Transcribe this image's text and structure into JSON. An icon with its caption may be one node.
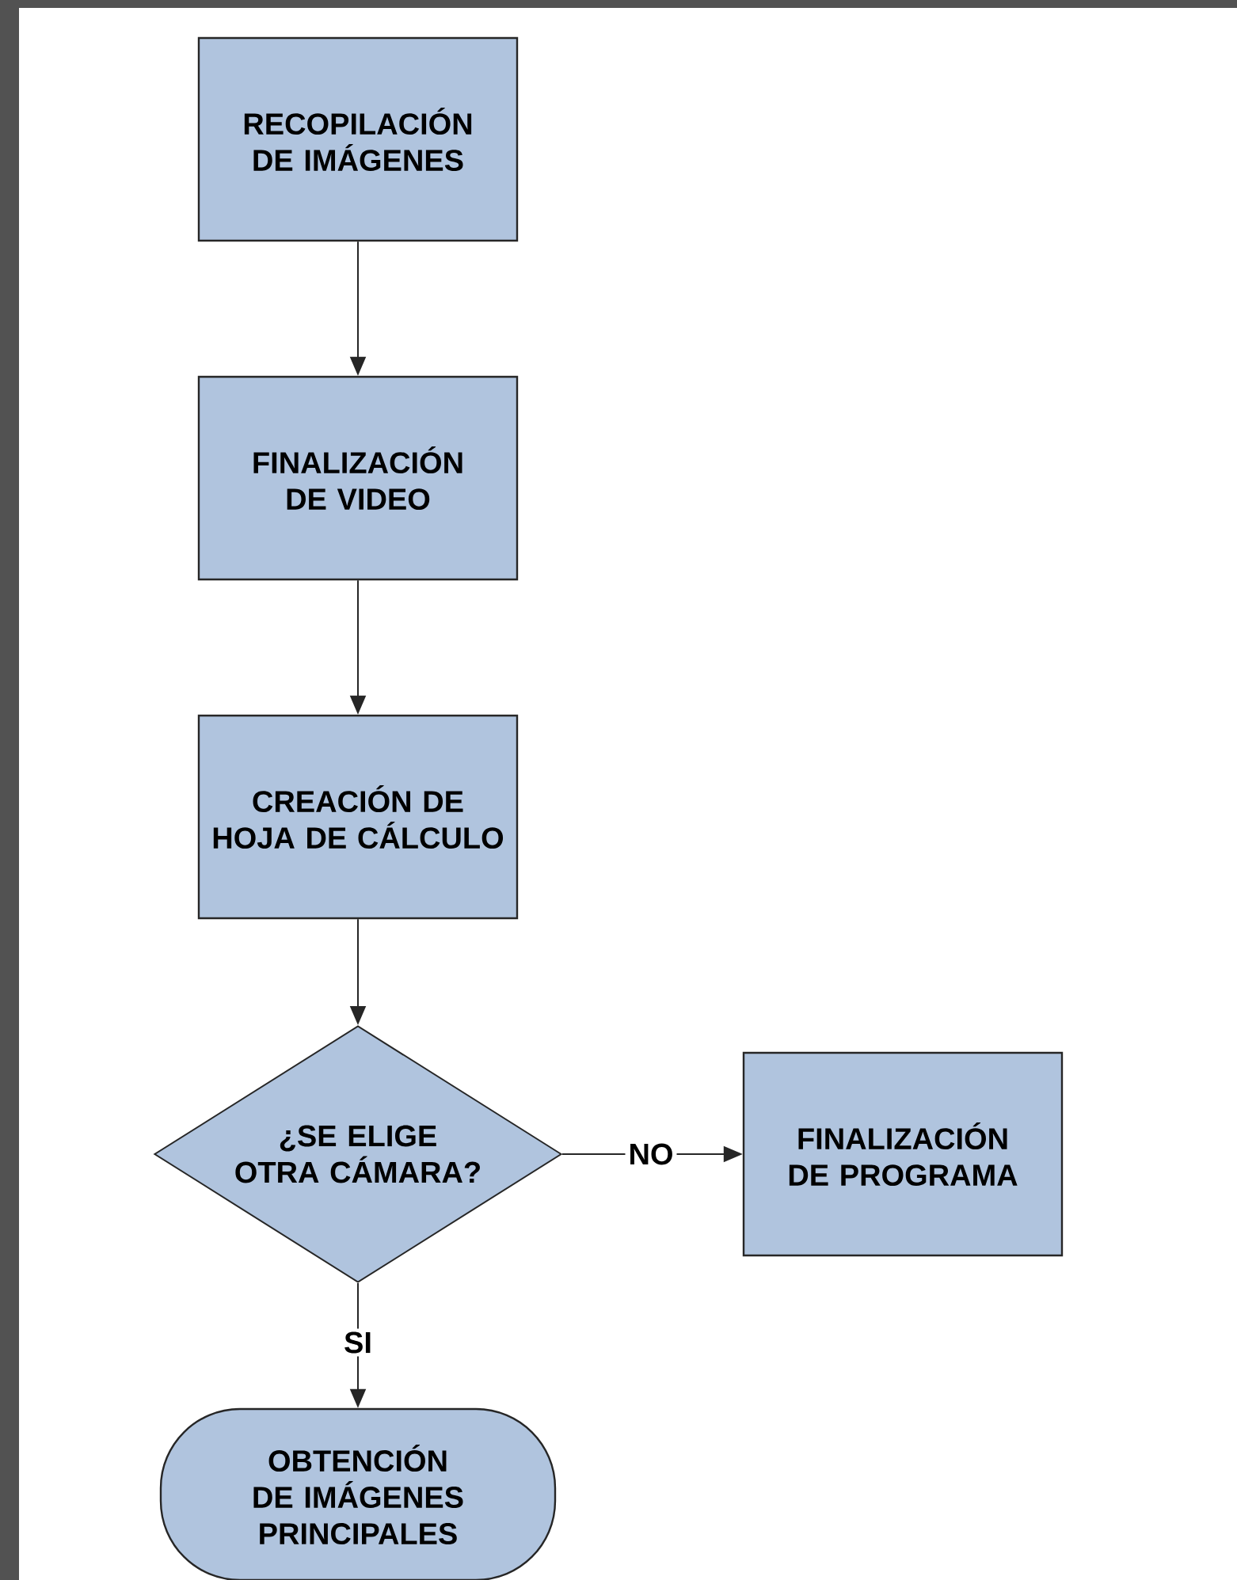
{
  "diagram": {
    "nodes": [
      {
        "text": [
          "RECOPILACIÓN DE IMÁGENES"
        ]
      },
      {
        "text": [
          "FINALIZACIÓN DE VIDEO"
        ]
      },
      {
        "text": [
          "CREACIÓN DE HOJA DE CÁLCULO"
        ]
      },
      {
        "text": [
          "¿SE ELIGE OTRA CÁMARA?"
        ]
      },
      {
        "text": [
          "FINALIZACIÓN DE PROGRAMA"
        ]
      },
      {
        "text": [
          "OBTENCIÓN DE IMÁGENES PRINCIPALES"
        ]
      }
    ],
    "edges": [
      {
        "from": 0,
        "to": 1,
        "arrow": "to"
      },
      {
        "from": 1,
        "to": 2,
        "arrow": "to"
      },
      {
        "from": 2,
        "to": 3,
        "arrow": "to"
      },
      {
        "from": 3,
        "to": 4,
        "arrow": "to",
        "label": "NO"
      },
      {
        "from": 3,
        "to": 5,
        "arrow": "to",
        "label": "SI"
      }
    ]
  }
}
